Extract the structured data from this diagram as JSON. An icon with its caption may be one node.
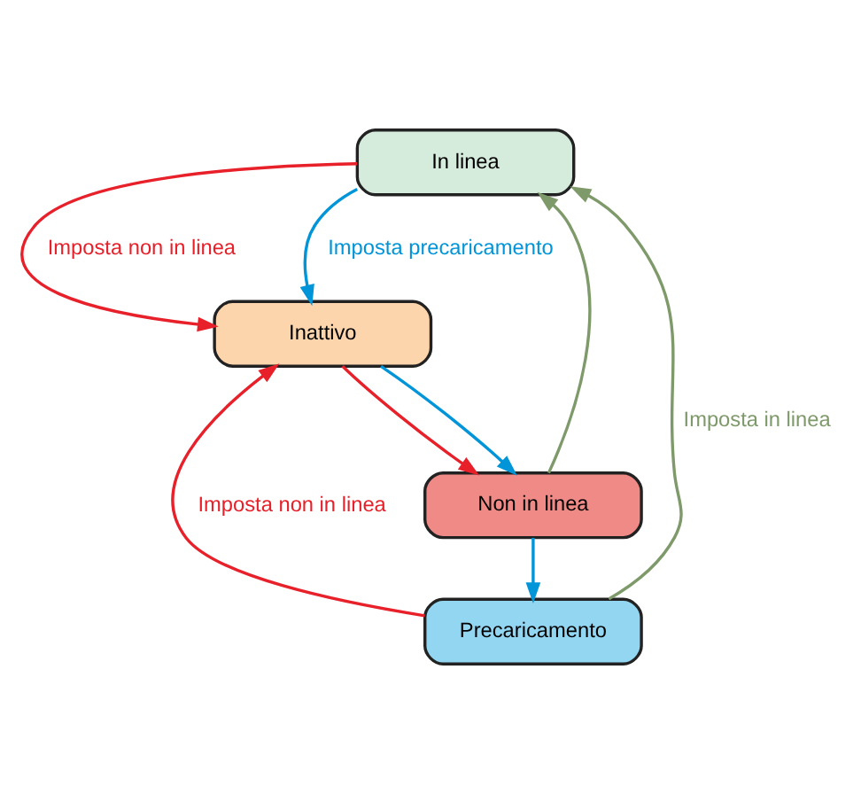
{
  "diagram": {
    "nodes": [
      {
        "text": [
          "In linea"
        ]
      },
      {
        "text": [
          "Inattivo"
        ]
      },
      {
        "text": [
          "Non in linea"
        ]
      },
      {
        "text": [
          "Precaricamento"
        ]
      }
    ],
    "edges": [
      {
        "from": 0,
        "to": 1,
        "arrow": "to",
        "label": "Imposta non in linea",
        "color": "#e8202a"
      },
      {
        "from": 0,
        "to": 1,
        "arrow": "to",
        "label": "Imposta precaricamento",
        "color": "#0095d9"
      },
      {
        "from": 1,
        "to": 2,
        "arrow": "to",
        "color": "#e8202a"
      },
      {
        "from": 1,
        "to": 2,
        "arrow": "to",
        "color": "#0095d9"
      },
      {
        "from": 2,
        "to": 3,
        "arrow": "to",
        "color": "#0095d9"
      },
      {
        "from": 3,
        "to": 1,
        "arrow": "to",
        "label": "Imposta non in linea",
        "color": "#e8202a"
      },
      {
        "from": 2,
        "to": 0,
        "arrow": "to",
        "color": "#7f9a6a"
      },
      {
        "from": 3,
        "to": 0,
        "arrow": "to",
        "label": "Imposta in linea",
        "color": "#7f9a6a"
      }
    ]
  }
}
